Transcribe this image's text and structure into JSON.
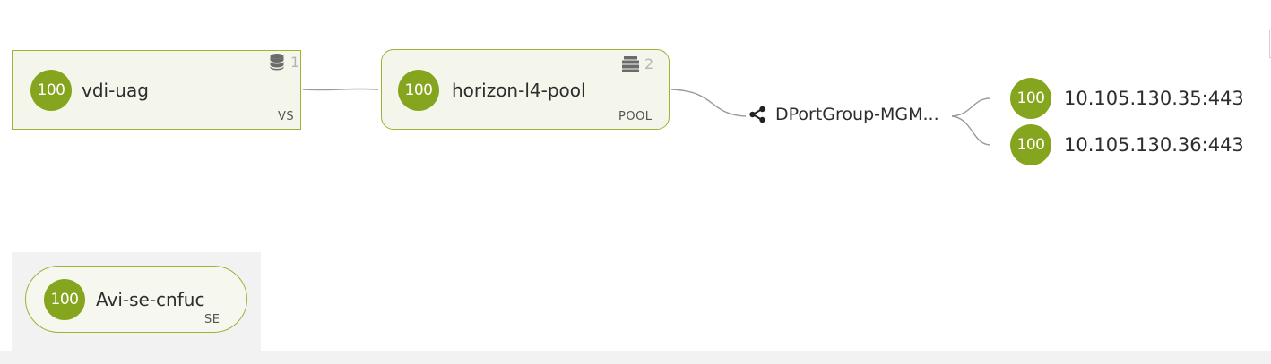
{
  "colors": {
    "health_good": "#86a51e",
    "node_border": "#9bb337",
    "node_fill": "#f4f6ec",
    "panel_gray": "#f2f2f2"
  },
  "virtual_service": {
    "name": "vdi-uag",
    "health": "100",
    "type": "VS",
    "count": "1",
    "count_icon": "database-icon"
  },
  "pool": {
    "name": "horizon-l4-pool",
    "health": "100",
    "type": "POOL",
    "count": "2",
    "count_icon": "server-stack-icon"
  },
  "network": {
    "name": "DPortGroup-MGM...",
    "icon": "share-network-icon"
  },
  "servers": [
    {
      "name": "10.105.130.35:443",
      "health": "100"
    },
    {
      "name": "10.105.130.36:443",
      "health": "100"
    }
  ],
  "service_engine": {
    "name": "Avi-se-cnfuc",
    "health": "100",
    "type": "SE"
  }
}
